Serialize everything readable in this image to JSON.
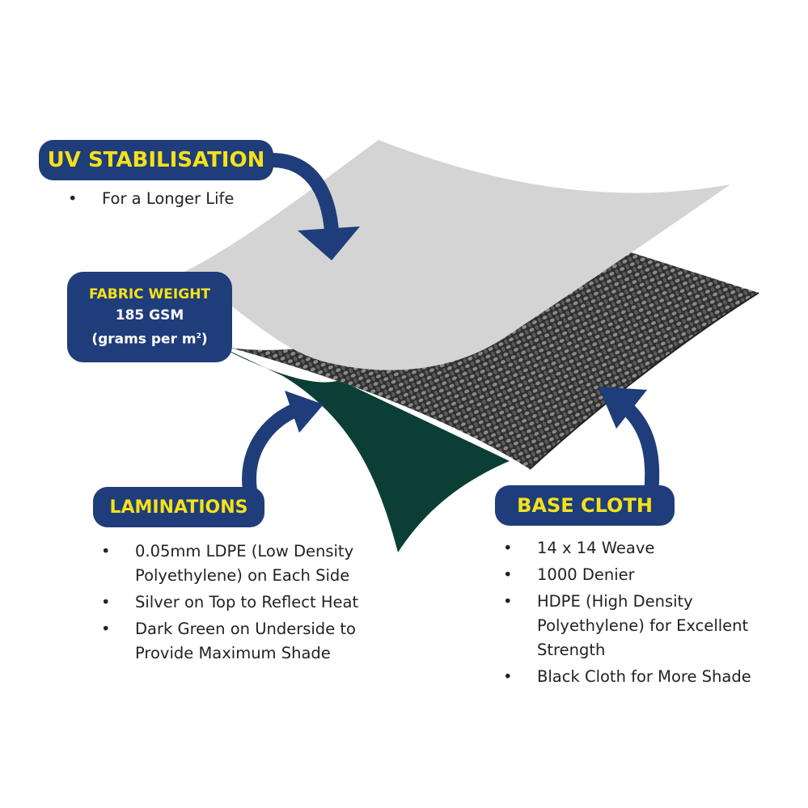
{
  "uv_stabilisation": {
    "title": "UV STABILISATION",
    "bullets": [
      "For a Longer Life"
    ]
  },
  "fabric_weight": {
    "line1": "FABRIC WEIGHT",
    "line2": "185 GSM",
    "line3_prefix": "(grams per m",
    "line3_sup": "2",
    "line3_suffix": ")"
  },
  "laminations": {
    "title": "LAMINATIONS",
    "bullets": [
      "0.05mm LDPE (Low Density Polyethylene) on Each Side",
      "Silver on Top to Reflect Heat",
      "Dark Green on Underside to Provide Maximum Shade"
    ]
  },
  "base_cloth": {
    "title": "BASE CLOTH",
    "bullets": [
      "14 x 14 Weave",
      "1000 Denier",
      "HDPE (High Density Polyethylene) for Excellent Strength",
      "Black Cloth for More Shade"
    ]
  },
  "colors": {
    "label_bg": "#1f3d7a",
    "label_text": "#f5e11a",
    "silver_layer": "#d4d4d4",
    "weave_layer": "#3c3c3c",
    "green_layer": "#0b3f36",
    "arrow": "#1f3d7a"
  },
  "icons": [
    "curved-arrow-icon"
  ]
}
